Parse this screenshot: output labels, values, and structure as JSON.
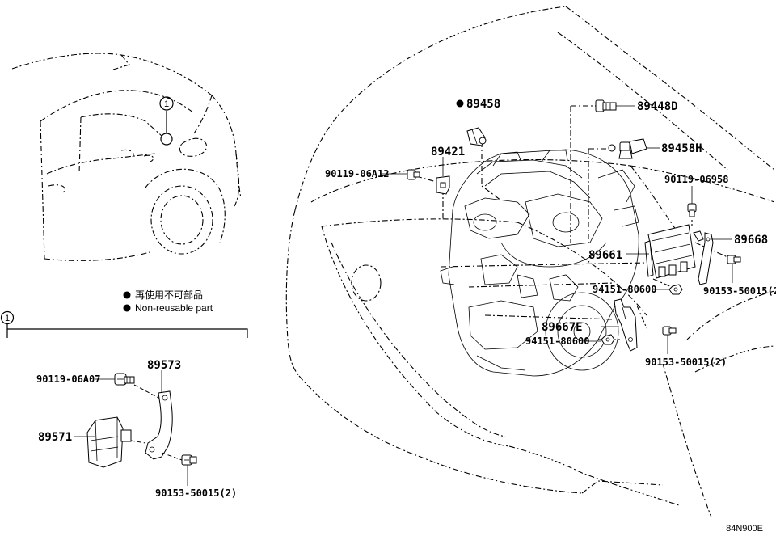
{
  "callout": {
    "number": "1"
  },
  "legend": {
    "line_jp": "再使用不可部品",
    "line_en": "Non-reusable part"
  },
  "labels": {
    "p89458": "89458",
    "p89448D": "89448D",
    "p89458H": "89458H",
    "p89421": "89421",
    "p90119_06A12": "90119-06A12",
    "p90119_06958": "90119-06958",
    "p89668": "89668",
    "p89661": "89661",
    "p94151_80600_a": "94151-80600",
    "p90153_50015_a": "90153-50015(2)",
    "p89667E": "89667E",
    "p94151_80600_b": "94151-80600",
    "p90153_50015_b": "90153-50015(2)",
    "p89573": "89573",
    "p90119_06A07": "90119-06A07",
    "p89571": "89571",
    "p90153_50015_c": "90153-50015(2)"
  },
  "figure_code": "84N900E",
  "colors": {
    "ink": "#000000",
    "paper": "#ffffff"
  }
}
